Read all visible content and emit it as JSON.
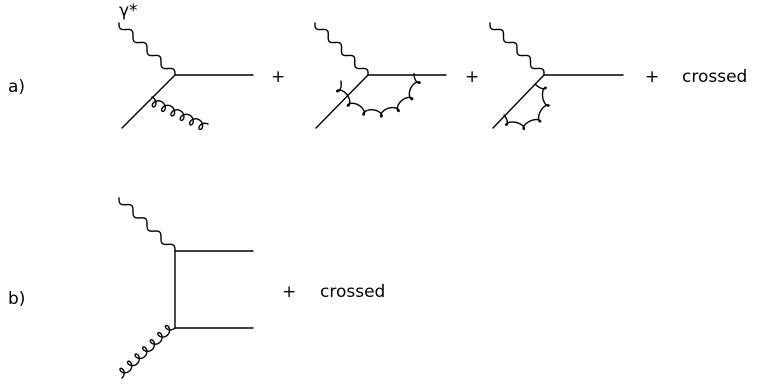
{
  "labels": {
    "photon": "γ*",
    "row_a": "a)",
    "row_b": "b)",
    "plus": "+",
    "crossed": "crossed"
  },
  "rows": [
    {
      "id": "a",
      "diagrams": [
        "quark-line gluon emission",
        "vertex correction",
        "incoming leg self-energy"
      ]
    },
    {
      "id": "b",
      "diagrams": [
        "photon-gluon fusion box"
      ]
    }
  ],
  "colors": {
    "ink": "#000000",
    "background": "#ffffff"
  }
}
